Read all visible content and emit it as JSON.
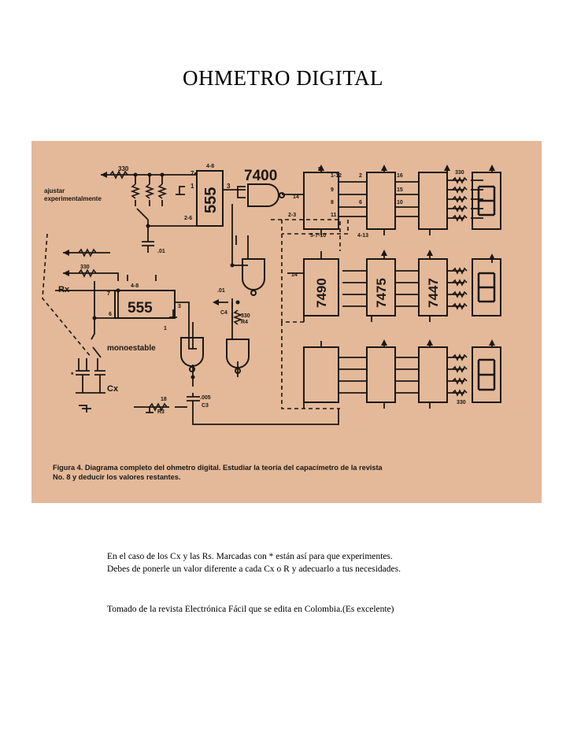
{
  "title": "OHMETRO DIGITAL",
  "diagram": {
    "background_color": "#e7bfa0",
    "ink_color": "#1c1712",
    "labels": {
      "r330": "330",
      "pin7": "7",
      "pin48": "4-8",
      "chip555": "555",
      "pin3": "3",
      "pin26": "2-6",
      "pin1": "1",
      "c01": ".01",
      "adjust1": "ajustar",
      "adjust2": "experimentalmente",
      "chip7400": "7400",
      "pin14": "14",
      "pin23": "2-3",
      "pin5": "5",
      "pin112": "1-12",
      "pin9": "9",
      "pin8": "8",
      "pin11": "11",
      "pin5710": "5-7-10",
      "pin2": "2",
      "pin6": "6",
      "pin413": "4-13",
      "pin16": "16",
      "pin15": "15",
      "pin10": "10",
      "chip7490": "7490",
      "chip7475": "7475",
      "chip7447": "7447",
      "rx": "Rx",
      "monoestable": "monoestable",
      "cx": "Cx",
      "c01b": ".01",
      "c4": "C4",
      "r330b": "330",
      "r4": "R4",
      "r18": "18",
      "r3": "R3",
      "c005": ".005",
      "c3": "C3",
      "star": "*",
      "caption_line1": "Figura 4. Diagrama completo del ohmetro digital.   Estudiar la teoría del capacímetro de la revista",
      "caption_line2": "No. 8 y deducir los valores restantes."
    }
  },
  "notes": {
    "line1": "En el caso de los Cx y las Rs. Marcadas con * están así para que experimentes.",
    "line2": "Debes de ponerle un valor diferente a cada Cx o R y adecuarlo a tus necesidades.",
    "line3": "Tomado de la revista Electrónica Fácil que se edita en Colombia.(Es excelente)"
  }
}
